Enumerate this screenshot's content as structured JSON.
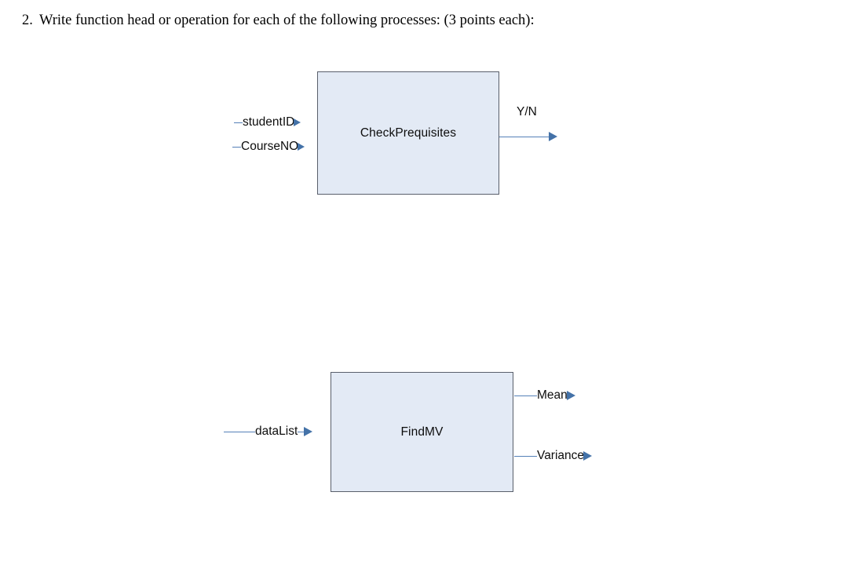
{
  "question": {
    "number": "2.",
    "text": "Write function head or operation for each of the following processes: (3 points each):"
  },
  "colors": {
    "box_fill": "#e3eaf5",
    "box_border": "#595f6b",
    "connector": "#5580b8",
    "arrow_head": "#4472a8",
    "text": "#0d0d0d"
  },
  "diagrams": [
    {
      "id": "check-prequisites",
      "process_label": "CheckPrequisites",
      "inputs": [
        {
          "label": "studentID"
        },
        {
          "label": "CourseNO"
        }
      ],
      "outputs": [
        {
          "label": "Y/N",
          "label_position": "above"
        }
      ]
    },
    {
      "id": "find-mv",
      "process_label": "FindMV",
      "inputs": [
        {
          "label": "dataList"
        }
      ],
      "outputs": [
        {
          "label": "Mean",
          "label_position": "inline"
        },
        {
          "label": "Variance",
          "label_position": "inline"
        }
      ]
    }
  ]
}
